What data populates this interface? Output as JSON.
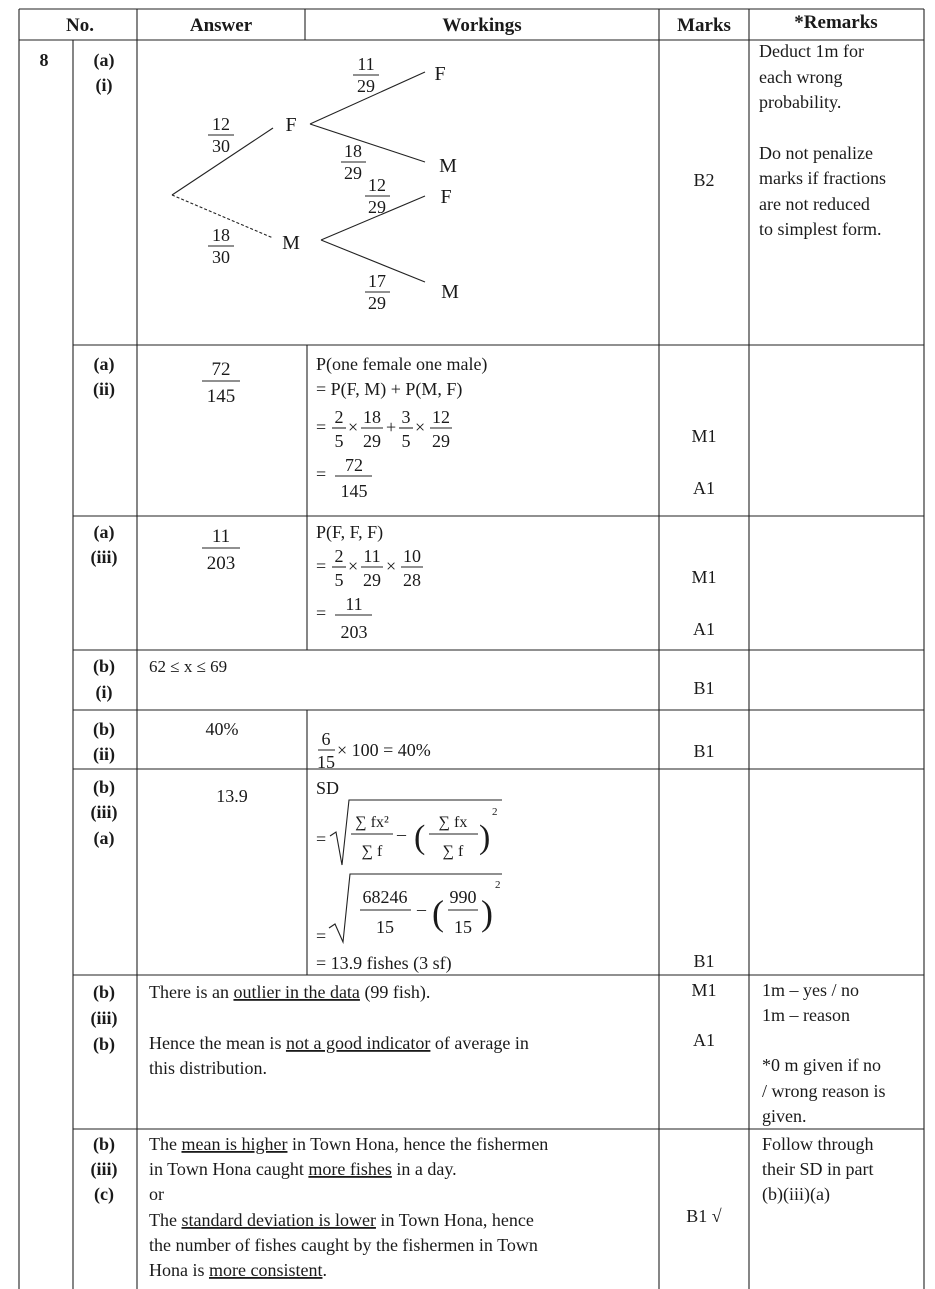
{
  "header": {
    "no": "No.",
    "answer": "Answer",
    "workings": "Workings",
    "marks": "Marks",
    "remarks": "*Remarks"
  },
  "question_number": "8",
  "row_ai": {
    "part": "(a)",
    "sub": "(i)",
    "tree": {
      "p_f": [
        "12",
        "30"
      ],
      "p_m": [
        "18",
        "30"
      ],
      "p_ff": [
        "11",
        "29"
      ],
      "p_fm": [
        "18",
        "29"
      ],
      "p_mf": [
        "12",
        "29"
      ],
      "p_mm": [
        "17",
        "29"
      ],
      "node_f": "F",
      "node_m": "M",
      "leaf_f": "F",
      "leaf_m": "M"
    },
    "marks": "B2",
    "remarks": [
      "Deduct 1m for",
      "each wrong",
      "probability.",
      "Do not penalize",
      "marks if fractions",
      "are not reduced",
      "to simplest form."
    ]
  },
  "row_aii": {
    "part": "(a)",
    "sub": "(ii)",
    "answer": [
      "72",
      "145"
    ],
    "line1": "P(one female one male)",
    "line2": "= P(F, M) + P(M, F)",
    "f1": [
      "2",
      "5"
    ],
    "f2": [
      "18",
      "29"
    ],
    "f3": [
      "3",
      "5"
    ],
    "f4": [
      "12",
      "29"
    ],
    "result": [
      "72",
      "145"
    ],
    "eq": "=",
    "times": "×",
    "plus": "+",
    "mark1": "M1",
    "mark2": "A1"
  },
  "row_aiii": {
    "part": "(a)",
    "sub": "(iii)",
    "answer": [
      "11",
      "203"
    ],
    "line1": "P(F, F, F)",
    "f1": [
      "2",
      "5"
    ],
    "f2": [
      "11",
      "29"
    ],
    "f3": [
      "10",
      "28"
    ],
    "result": [
      "11",
      "203"
    ],
    "eq": "=",
    "times": "×",
    "mark1": "M1",
    "mark2": "A1"
  },
  "row_bi": {
    "part": "(b)",
    "sub": "(i)",
    "answer": "62 ≤ x ≤ 69",
    "mark": "B1"
  },
  "row_bii": {
    "part": "(b)",
    "sub": "(ii)",
    "answer": "40%",
    "frac": [
      "6",
      "15"
    ],
    "rest": "× 100 = 40%",
    "mark": "B1"
  },
  "row_biiia": {
    "part": "(b)",
    "sub": "(iii)",
    "subsub": "(a)",
    "answer": "13.9",
    "line1": "SD",
    "eq": "=",
    "sum_fx2": "∑ fx²",
    "sum_f": "∑ f",
    "sum_fx": "∑ fx",
    "minus": "–",
    "sq": "2",
    "n1": "68246",
    "d1": "15",
    "n2": "990",
    "d2": "15",
    "result": "= 13.9 fishes (3 sf)",
    "mark": "B1"
  },
  "row_biiib": {
    "part": "(b)",
    "sub": "(iii)",
    "subsub": "(b)",
    "t1_pre": "There is an ",
    "t1_u": "outlier in the data",
    "t1_post": " (99 fish).",
    "t2_pre": "Hence the mean is ",
    "t2_u": "not a good indicator",
    "t2_post": " of average in",
    "t3": "this distribution.",
    "mark1": "M1",
    "mark2": "A1",
    "remarks": [
      "1m – yes / no",
      "1m – reason",
      "*0 m given if no",
      "/ wrong reason is",
      "given."
    ]
  },
  "row_biiic": {
    "part": "(b)",
    "sub": "(iii)",
    "subsub": "(c)",
    "l1_a": "The ",
    "l1_u1": "mean is higher",
    "l1_b": " in Town Hona, hence the fishermen",
    "l2_a": "in Town Hona caught ",
    "l2_u": "more fishes",
    "l2_b": " in a day.",
    "l3": "or",
    "l4_a": "The ",
    "l4_u": "standard deviation is lower",
    "l4_b": " in Town Hona, hence",
    "l5": "the number of fishes caught by the fishermen in Town",
    "l6_a": "Hona is ",
    "l6_u": "more consistent",
    "l6_b": ".",
    "mark": "B1 √",
    "remarks": [
      "Follow through",
      "their SD in part",
      "(b)(iii)(a)"
    ]
  }
}
